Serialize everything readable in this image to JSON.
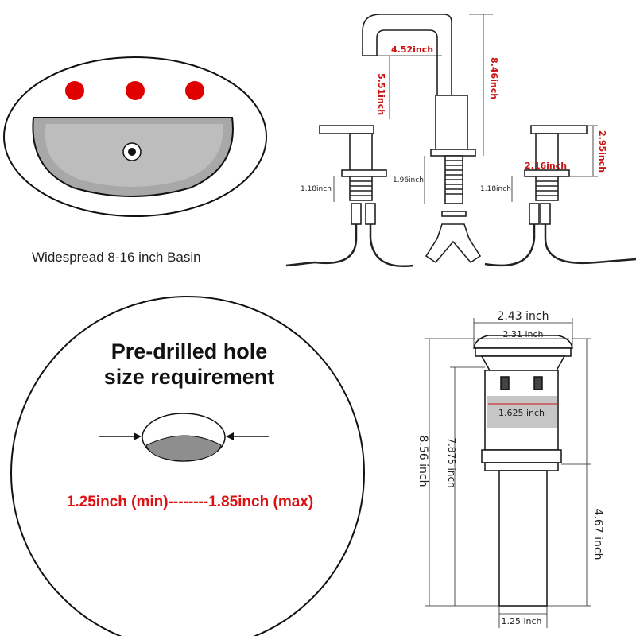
{
  "basin": {
    "caption": "Widespread 8-16 inch Basin",
    "hole_color": "#e00000"
  },
  "faucet": {
    "spout_reach": "4.52inch",
    "spout_drop": "5.51inch",
    "total_height": "8.46inch",
    "handle_height": "2.95inch",
    "handle_base": "2.16inch",
    "left_shank": "1.18inch",
    "center_shank": "1.96inch",
    "right_shank": "1.18inch",
    "accent": "#cc1111"
  },
  "hole_requirement": {
    "title_line1": "Pre-drilled hole",
    "title_line2": "size requirement",
    "range": "1.25inch (min)--------1.85inch (max)",
    "accent": "#dd1111"
  },
  "drain": {
    "top_width": "2.43 inch",
    "cap_width": "2.31 inch",
    "body_width": "1.625 inch",
    "total_height": "8.56 inch",
    "body_height": "7.875 inch",
    "tail_height": "4.67 inch",
    "tail_width": "1.25 inch"
  }
}
